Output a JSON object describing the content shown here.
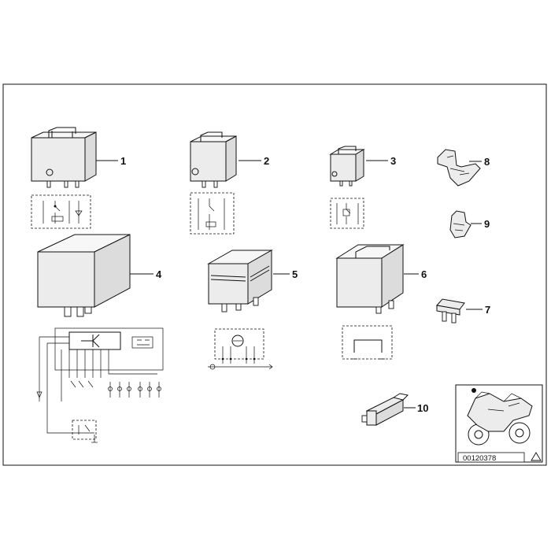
{
  "parts": [
    {
      "id": "part-1",
      "number": "1"
    },
    {
      "id": "part-2",
      "number": "2"
    },
    {
      "id": "part-3",
      "number": "3"
    },
    {
      "id": "part-4",
      "number": "4"
    },
    {
      "id": "part-5",
      "number": "5"
    },
    {
      "id": "part-6",
      "number": "6"
    },
    {
      "id": "part-7",
      "number": "7"
    },
    {
      "id": "part-8",
      "number": "8"
    },
    {
      "id": "part-9",
      "number": "9"
    },
    {
      "id": "part-10",
      "number": "10"
    }
  ],
  "reference_code": "00120378"
}
